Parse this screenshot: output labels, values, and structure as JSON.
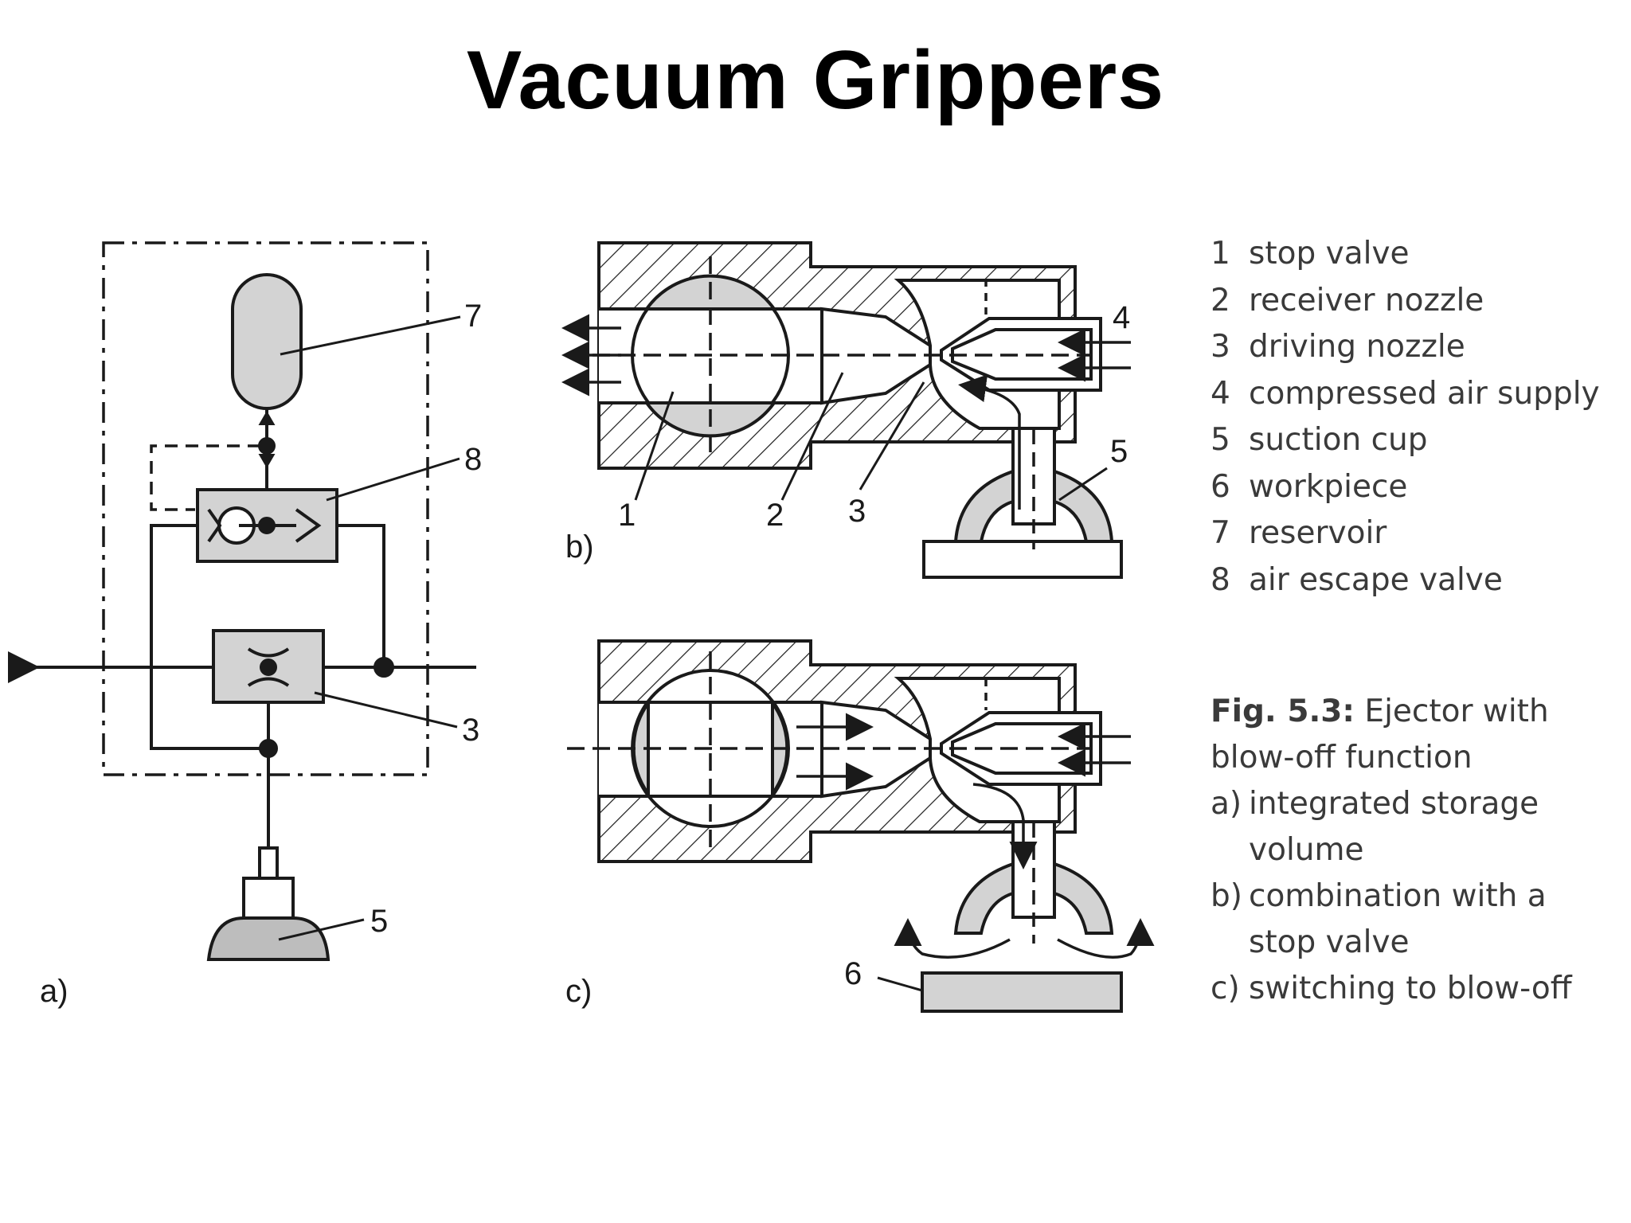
{
  "title": "Vacuum Grippers",
  "panel_labels": {
    "a": "a)",
    "b": "b)",
    "c": "c)"
  },
  "callouts_a": {
    "n7": "7",
    "n8": "8",
    "n3": "3",
    "n5": "5"
  },
  "callouts_b": {
    "n1": "1",
    "n2": "2",
    "n3": "3",
    "n4": "4",
    "n5": "5"
  },
  "callouts_c": {
    "n6": "6"
  },
  "legend": [
    {
      "num": "1",
      "text": "stop valve"
    },
    {
      "num": "2",
      "text": "receiver nozzle"
    },
    {
      "num": "3",
      "text": "driving nozzle"
    },
    {
      "num": "4",
      "text": "compressed air supply"
    },
    {
      "num": "5",
      "text": "suction cup"
    },
    {
      "num": "6",
      "text": "workpiece"
    },
    {
      "num": "7",
      "text": "reservoir"
    },
    {
      "num": "8",
      "text": "air escape valve"
    }
  ],
  "caption": {
    "fig": "Fig. 5.3:",
    "title": "Ejector with blow-off function",
    "items": [
      {
        "key": "a)",
        "text": "integrated storage volume"
      },
      {
        "key": "b)",
        "text": "combination with a stop valve"
      },
      {
        "key": "c)",
        "text": "switching to blow-off"
      }
    ]
  },
  "colors": {
    "line": "#1a1a1a",
    "fill_gray": "#d3d3d3",
    "cup_gray": "#bdbdbd",
    "text": "#3a3a3a"
  }
}
